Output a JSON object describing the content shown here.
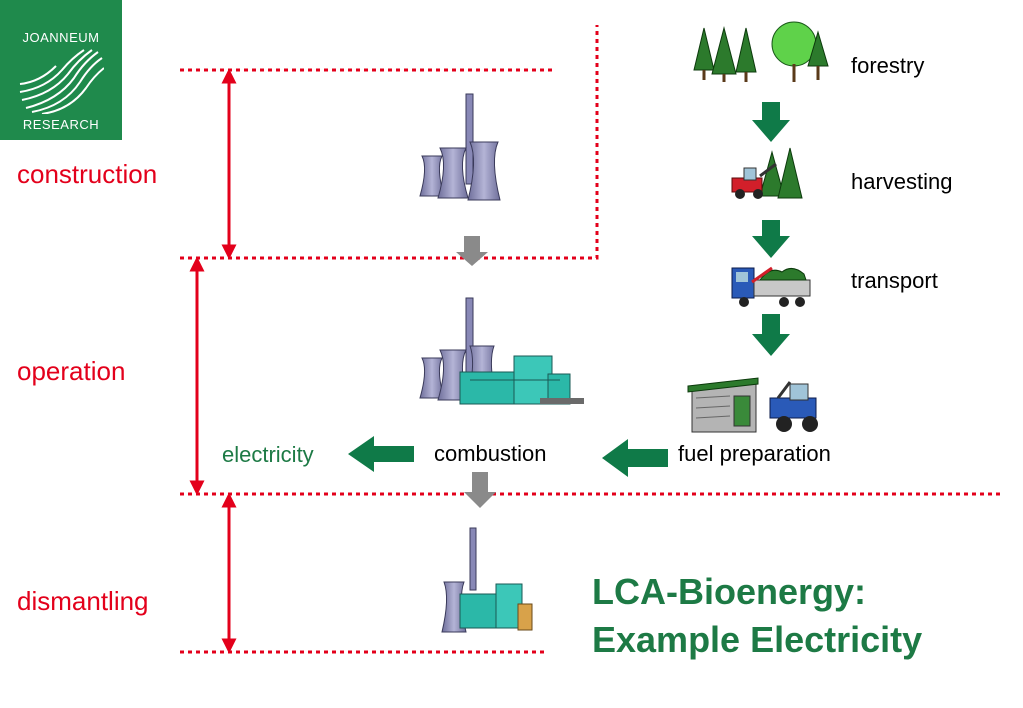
{
  "logo": {
    "top_text": "JOANNEUM",
    "bottom_text": "RESEARCH",
    "color": "#1f8a4c"
  },
  "phases": {
    "construction": "construction",
    "operation": "operation",
    "dismantling": "dismantling"
  },
  "chain": {
    "forestry": "forestry",
    "harvesting": "harvesting",
    "transport": "transport",
    "fuel_preparation": "fuel preparation"
  },
  "process": {
    "combustion": "combustion",
    "electricity": "electricity"
  },
  "title": {
    "line1": "LCA-Bioenergy:",
    "line2": "Example Electricity"
  },
  "colors": {
    "phase_red": "#e3001b",
    "arrow_green": "#0f7a48",
    "arrow_grey": "#8a8a8a",
    "title_green": "#1d7a45"
  }
}
